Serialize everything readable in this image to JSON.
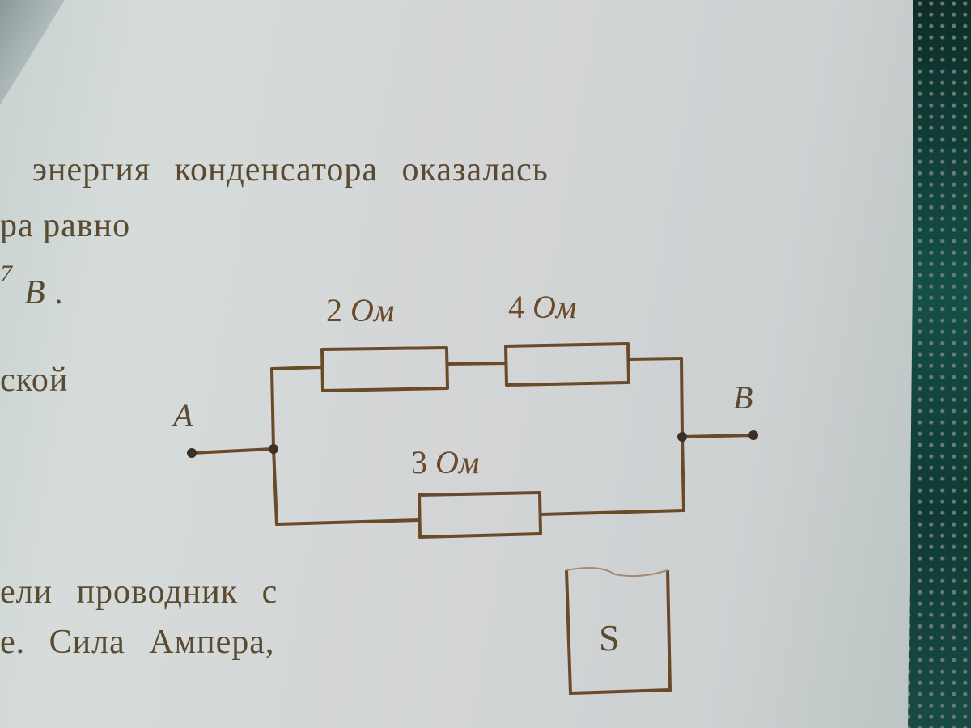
{
  "document": {
    "text_lines": [
      {
        "id": "line1",
        "text": "энергия конденсатора оказалась"
      },
      {
        "id": "line2",
        "text": "ра равно"
      },
      {
        "id": "line3",
        "text": "B ."
      },
      {
        "id": "line3_fragment",
        "text": "7"
      },
      {
        "id": "line4",
        "text": "ской"
      },
      {
        "id": "line5",
        "text": "ели проводник с"
      },
      {
        "id": "line6",
        "text": "е. Сила Ампера,"
      }
    ]
  },
  "circuit": {
    "nodes": {
      "left": "A",
      "right": "B"
    },
    "resistors": [
      {
        "id": "r1",
        "value": "2",
        "unit": "Ом",
        "branch": "top"
      },
      {
        "id": "r2",
        "value": "4",
        "unit": "Ом",
        "branch": "top"
      },
      {
        "id": "r3",
        "value": "3",
        "unit": "Ом",
        "branch": "bottom"
      }
    ]
  },
  "figure_box": {
    "letter": "S"
  },
  "colors": {
    "ink": "#6b4a2a",
    "paper": "#d3d6d6",
    "fabric": "#0f3a33"
  }
}
